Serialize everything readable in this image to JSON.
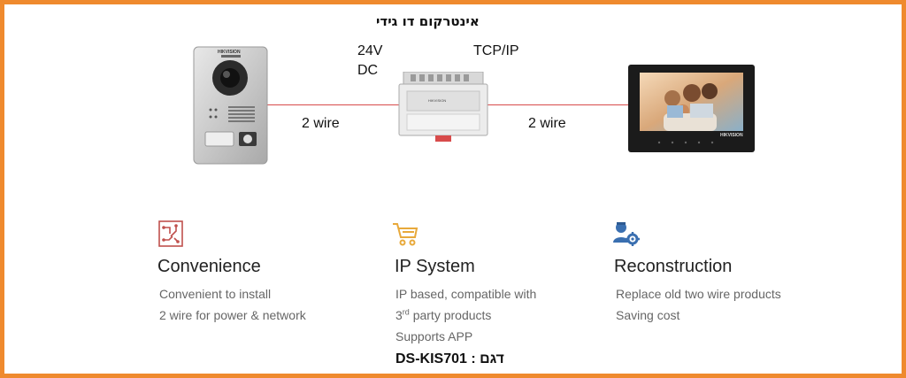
{
  "title": "אינטרקום דו גידי",
  "power_label": "24V",
  "power_unit": "DC",
  "protocol_label": "TCP/IP",
  "wire_left": "2 wire",
  "wire_right": "2 wire",
  "device_brands": {
    "doorbell": "HIKVISION",
    "switch": "HIKVISION",
    "monitor": "HIKVISION"
  },
  "features": [
    {
      "icon": "circuit-icon",
      "title": "Convenience",
      "lines": [
        "Convenient to install",
        "2 wire for power & network"
      ]
    },
    {
      "icon": "cart-icon",
      "title": "IP System",
      "line1": "IP based, compatible with",
      "line2_num": "3",
      "line2_sup": "rd",
      "line2_rest": " party products",
      "line3": "Supports APP"
    },
    {
      "icon": "engineer-gear-icon",
      "title": "Reconstruction",
      "lines": [
        "Replace old two wire products",
        "Saving cost"
      ]
    }
  ],
  "model_label": "דגם",
  "model_separator": ":",
  "model_value": "DS-KIS701",
  "colors": {
    "border": "#ef8a2e",
    "wire": "#d84b4b",
    "icon": "#c0504d",
    "icon_alt": "#3a6fb0"
  }
}
